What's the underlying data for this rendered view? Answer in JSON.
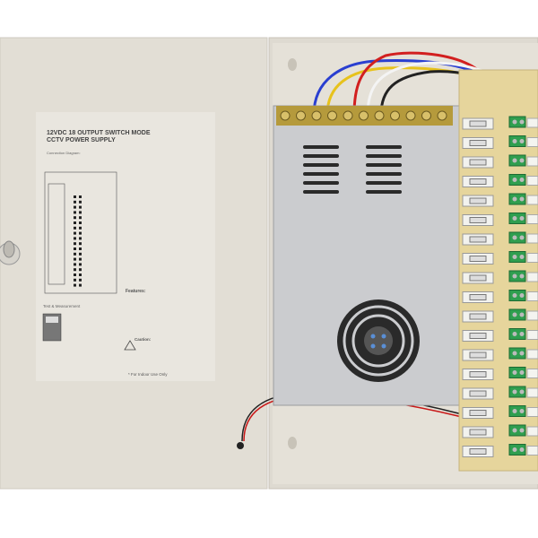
{
  "label": {
    "title_line1": "12VDC 18 OUTPUT SWITCH MODE",
    "title_line2": "CCTV POWER SUPPLY",
    "connection_diagram": "Connection Diagram:",
    "test_measurement": "Test & Measurement",
    "features": "Features:",
    "caution": "Caution:",
    "indoor": "* For Indoor Use Only"
  },
  "colors": {
    "enclosure": "#e3dfd6",
    "psu": "#c9cacc",
    "board": "#e6d59c",
    "fuse_holder": "#f2f2ee",
    "terminal_green": "#2f9e4f",
    "wire_red": "#d21f1f",
    "wire_blue": "#2a3fd0",
    "wire_yellow": "#e7c21c"
  }
}
